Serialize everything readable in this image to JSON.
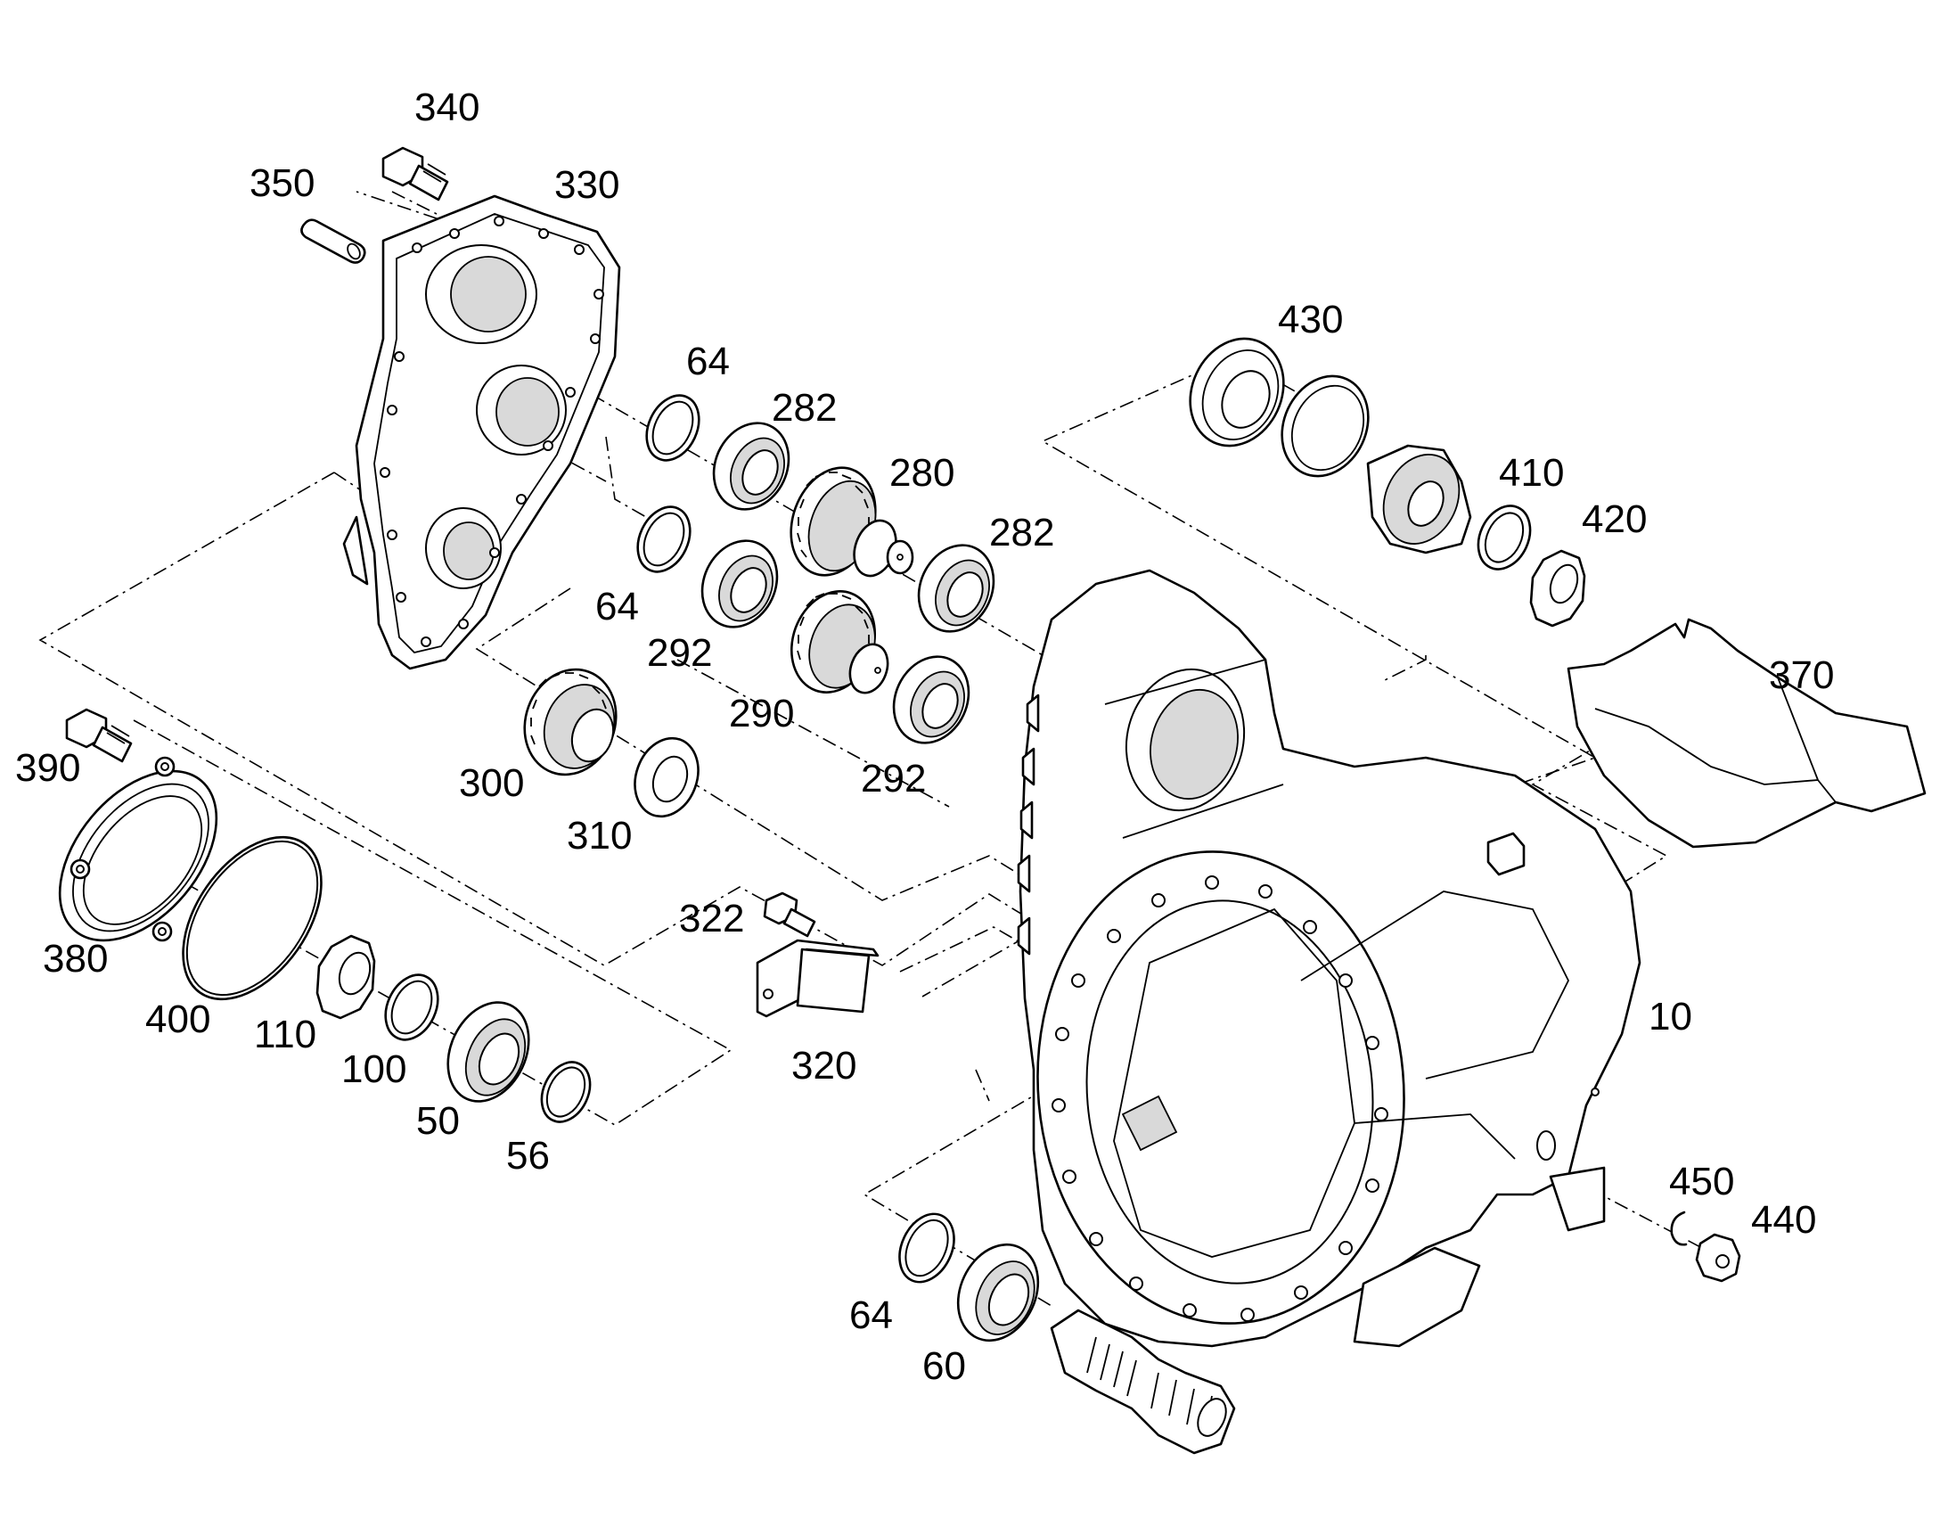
{
  "diagram": {
    "callouts": [
      "340",
      "350",
      "330",
      "64",
      "282",
      "280",
      "64",
      "282",
      "292",
      "290",
      "292",
      "300",
      "310",
      "430",
      "410",
      "420",
      "370",
      "390",
      "380",
      "400",
      "110",
      "100",
      "50",
      "56",
      "322",
      "320",
      "10",
      "450",
      "440",
      "64",
      "60"
    ]
  }
}
